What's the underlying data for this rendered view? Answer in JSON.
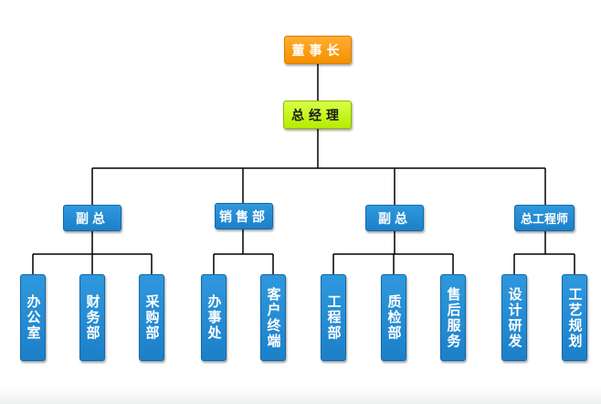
{
  "chairman": "董事长",
  "general_manager": "总经理",
  "branches": [
    {
      "label": "副总",
      "children": [
        "办公室",
        "财务部",
        "采购部"
      ]
    },
    {
      "label": "销售部",
      "children": [
        "办事处",
        "客户终端"
      ]
    },
    {
      "label": "副总",
      "children": [
        "工程部",
        "质检部",
        "售后服务"
      ]
    },
    {
      "label": "总工程师",
      "children": [
        "设计研发",
        "工艺规划"
      ]
    }
  ],
  "colors": {
    "chairman": "#f59100",
    "general_manager": "#b6ec00",
    "department": "#1c80c9",
    "connector": "#000000"
  }
}
